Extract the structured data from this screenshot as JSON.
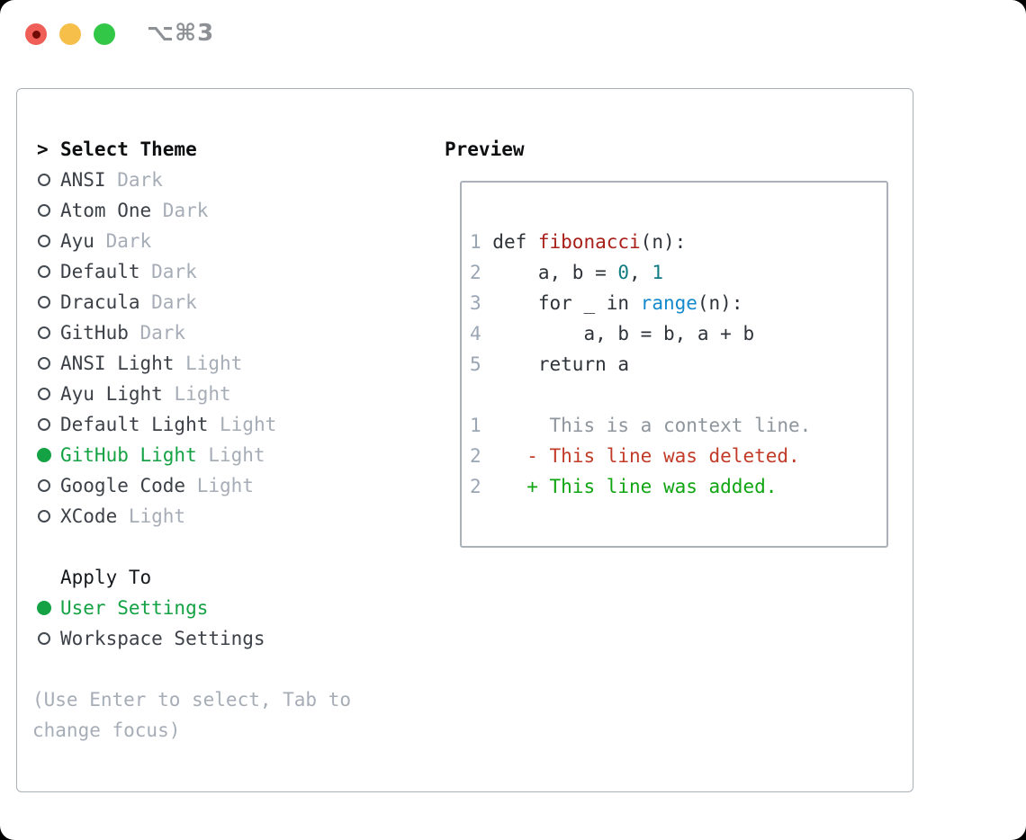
{
  "window": {
    "title": "⌥⌘3"
  },
  "colors": {
    "accent_green": "#14a244",
    "traffic_red": "#f05f57",
    "traffic_red_dot": "#6f0c06",
    "traffic_yellow": "#f5bf4a",
    "traffic_green": "#33c748",
    "panel_border": "#aab1ba",
    "muted_text": "#a6adb7",
    "code_default": "#2e333a",
    "code_function_red": "#a82019",
    "code_number_teal": "#0e7b80",
    "code_builtin_blue": "#1489cb",
    "diff_context_gray": "#8e959d",
    "diff_deleted_red": "#c23b28",
    "diff_added_green": "#10a512"
  },
  "traffic_lights": [
    {
      "name": "close",
      "color": "#f05f57",
      "has_dot": true
    },
    {
      "name": "minimize",
      "color": "#f5bf4a",
      "has_dot": false
    },
    {
      "name": "zoom",
      "color": "#33c748",
      "has_dot": false
    }
  ],
  "theme_panel": {
    "header": {
      "marker": ">",
      "label": "Select Theme"
    },
    "themes": [
      {
        "name": "ANSI",
        "variant": "Dark",
        "selected": false
      },
      {
        "name": "Atom One",
        "variant": "Dark",
        "selected": false
      },
      {
        "name": "Ayu",
        "variant": "Dark",
        "selected": false
      },
      {
        "name": "Default",
        "variant": "Dark",
        "selected": false
      },
      {
        "name": "Dracula",
        "variant": "Dark",
        "selected": false
      },
      {
        "name": "GitHub",
        "variant": "Dark",
        "selected": false
      },
      {
        "name": "ANSI Light",
        "variant": "Light",
        "selected": false
      },
      {
        "name": "Ayu Light",
        "variant": "Light",
        "selected": false
      },
      {
        "name": "Default Light",
        "variant": "Light",
        "selected": false
      },
      {
        "name": "GitHub Light",
        "variant": "Light",
        "selected": true
      },
      {
        "name": "Google Code",
        "variant": "Light",
        "selected": false
      },
      {
        "name": "XCode",
        "variant": "Light",
        "selected": false
      }
    ],
    "apply_to": {
      "label": "Apply To",
      "options": [
        {
          "name": "User Settings",
          "selected": true
        },
        {
          "name": "Workspace Settings",
          "selected": false
        }
      ]
    },
    "hint_lines": [
      "(Use Enter to select, Tab to",
      "change focus)"
    ]
  },
  "preview": {
    "title": "Preview",
    "code_lines": [
      {
        "tokens": [
          {
            "text": "1 ",
            "color": "num"
          },
          {
            "text": "def ",
            "color": "code"
          },
          {
            "text": "fibonacci",
            "color": "red"
          },
          {
            "text": "(n):",
            "color": "code"
          }
        ]
      },
      {
        "tokens": [
          {
            "text": "2 ",
            "color": "num"
          },
          {
            "text": "    a, b = ",
            "color": "code"
          },
          {
            "text": "0",
            "color": "teal"
          },
          {
            "text": ", ",
            "color": "code"
          },
          {
            "text": "1",
            "color": "teal"
          }
        ]
      },
      {
        "tokens": [
          {
            "text": "3 ",
            "color": "num"
          },
          {
            "text": "    for _ in ",
            "color": "code"
          },
          {
            "text": "range",
            "color": "blue"
          },
          {
            "text": "(n):",
            "color": "code"
          }
        ]
      },
      {
        "tokens": [
          {
            "text": "4 ",
            "color": "num"
          },
          {
            "text": "        a, b = b, a + b",
            "color": "code"
          }
        ]
      },
      {
        "tokens": [
          {
            "text": "5 ",
            "color": "num"
          },
          {
            "text": "    return a",
            "color": "code"
          }
        ]
      },
      {
        "tokens": []
      },
      {
        "tokens": [
          {
            "text": "1 ",
            "color": "num"
          },
          {
            "text": "     This is a context line.",
            "color": "ctx"
          }
        ]
      },
      {
        "tokens": [
          {
            "text": "2 ",
            "color": "num"
          },
          {
            "text": "   - This line was deleted.",
            "color": "del"
          }
        ]
      },
      {
        "tokens": [
          {
            "text": "2 ",
            "color": "num"
          },
          {
            "text": "   + This line was added.",
            "color": "add"
          }
        ]
      }
    ]
  }
}
